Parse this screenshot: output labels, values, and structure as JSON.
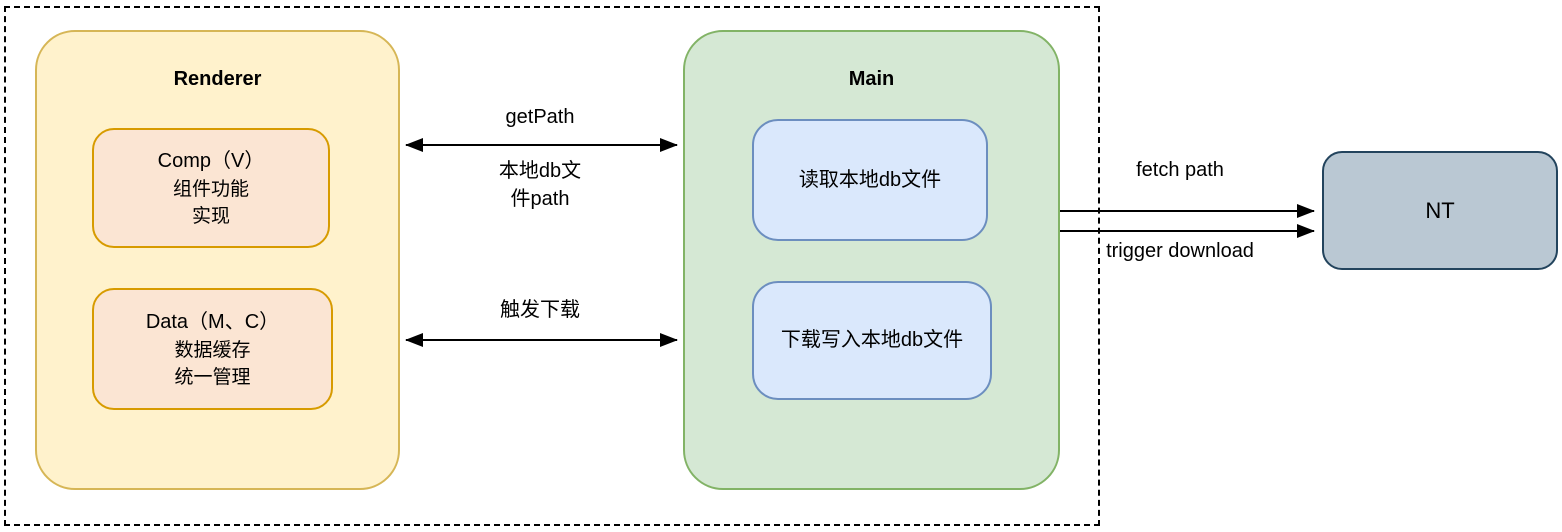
{
  "renderer": {
    "title": "Renderer",
    "comp": {
      "title": "Comp（V）",
      "line1": "组件功能",
      "line2": "实现"
    },
    "data": {
      "title": "Data（M、C）",
      "line1": "数据缓存",
      "line2": "统一管理"
    }
  },
  "main": {
    "title": "Main",
    "read_box": {
      "label": "读取本地db文件"
    },
    "write_box": {
      "label": "下载写入本地db文件"
    }
  },
  "nt": {
    "label": "NT"
  },
  "arrows": {
    "get_path": {
      "label": "getPath",
      "sublabel": "本地db文\n件path"
    },
    "trigger_download_cn": {
      "label": "触发下载"
    },
    "fetch_path": {
      "label": "fetch path"
    },
    "trigger_download_en": {
      "label": "trigger download"
    }
  },
  "palette": {
    "renderer_fill": "#FFF2CC",
    "renderer_border": "#D6B656",
    "orange_fill": "#FBE5D3",
    "orange_border": "#D79B00",
    "main_fill": "#D5E8D4",
    "main_border": "#82B366",
    "blue_fill": "#DAE8FC",
    "blue_border": "#6C8EBF",
    "nt_fill": "#BAC8D3",
    "nt_border": "#23445D",
    "line_color": "#000000"
  }
}
